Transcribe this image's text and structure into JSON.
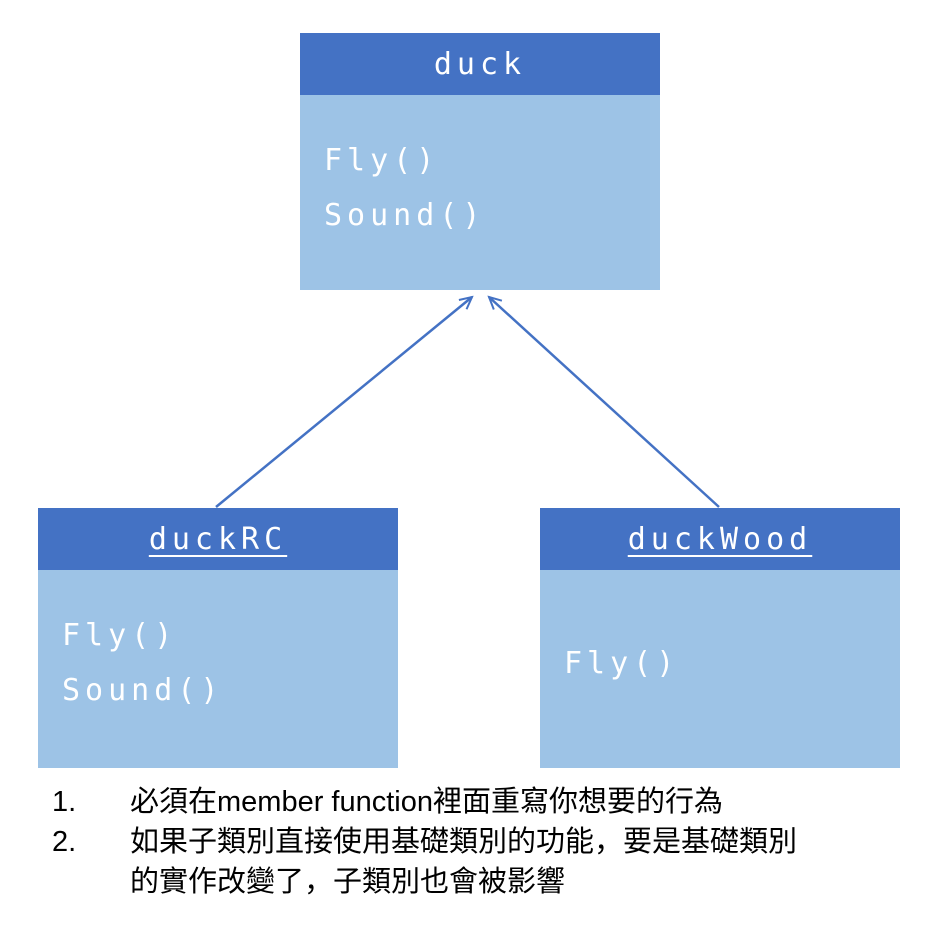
{
  "diagram": {
    "parent": {
      "title": "duck",
      "methods": [
        "Fly()",
        "Sound()"
      ]
    },
    "children": [
      {
        "title": "duckRC",
        "methods": [
          "Fly()",
          "Sound()"
        ]
      },
      {
        "title": "duckWood",
        "methods": [
          "Fly()"
        ]
      }
    ]
  },
  "notes": [
    {
      "num": "1.",
      "text": "必須在member function裡面重寫你想要的行為"
    },
    {
      "num": "2.",
      "text": "如果子類別直接使用基礎類別的功能，要是基礎類別的實作改變了，子類別也會被影響"
    }
  ],
  "colors": {
    "header_blue": "#4472C4",
    "body_blue": "#9DC3E6",
    "arrow_blue": "#4472C4",
    "box_text": "#FFFFFF",
    "note_text": "#000000"
  }
}
